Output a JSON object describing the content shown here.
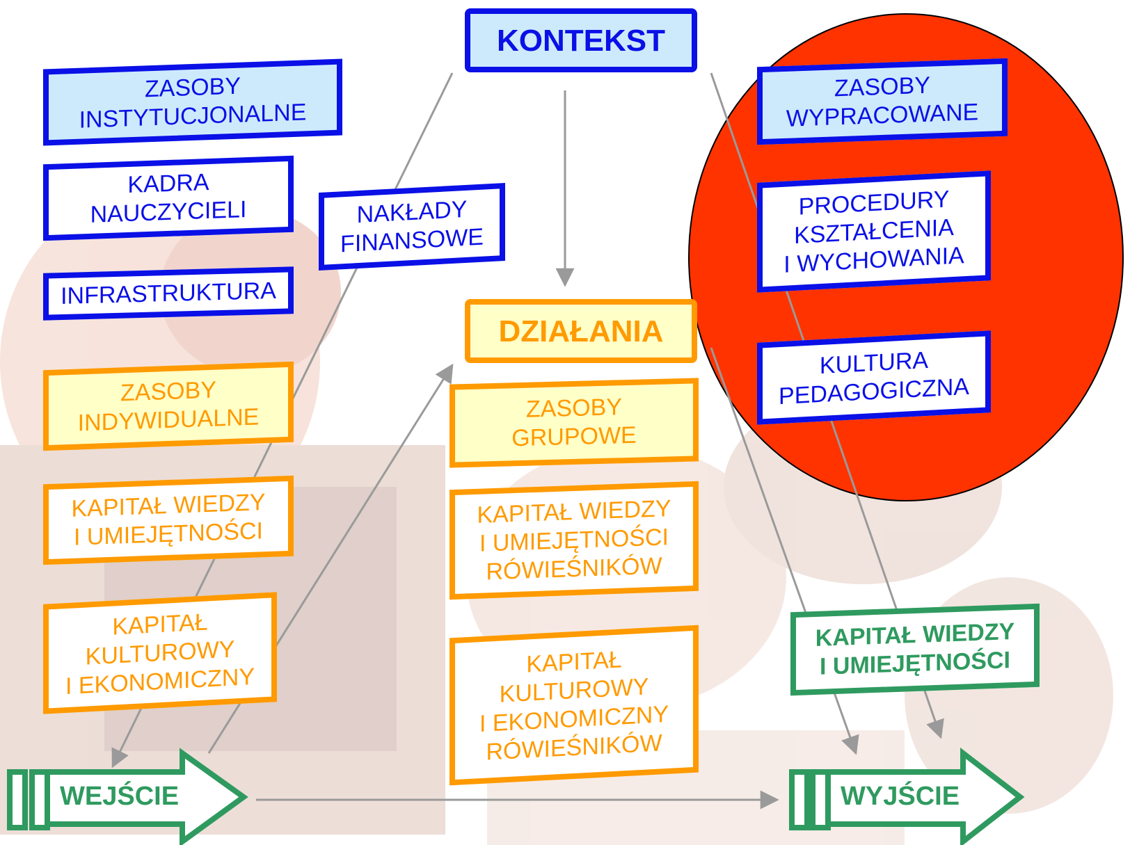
{
  "diagram": {
    "context": "KONTEKST",
    "actions": "DZIAŁANIA",
    "input": "WEJŚCIE",
    "output": "WYJŚCIE",
    "left_blue": {
      "institutional": "ZASOBY\nINSTYTUCJONALNE",
      "teachers": "KADRA\nNAUCZYCIELI",
      "infrastructure": "INFRASTRUKTURA",
      "finance": "NAKŁADY\nFINANSOWE"
    },
    "left_orange": {
      "individual": "ZASOBY\nINDYWIDUALNE",
      "knowledge": "KAPITAŁ WIEDZY\nI UMIEJĘTNOŚCI",
      "cultural": "KAPITAŁ\nKULTUROWY\nI EKONOMICZNY"
    },
    "center_orange": {
      "group": "ZASOBY\nGRUPOWE",
      "peer_knowledge": "KAPITAŁ WIEDZY\nI UMIEJĘTNOŚCI\nRÓWIEŚNIKÓW",
      "peer_cultural": "KAPITAŁ\nKULTUROWY\nI EKONOMICZNY\nRÓWIEŚNIKÓW"
    },
    "right_blue": {
      "developed": "ZASOBY\nWYPRACOWANE",
      "procedures": "PROCEDURY\nKSZTAŁCENIA\nI WYCHOWANIA",
      "culture": "KULTURA\nPEDAGOGICZNA"
    },
    "result": "KAPITAŁ WIEDZY\nI UMIEJĘTNOŚCI"
  },
  "colors": {
    "blue": "#0a10e6",
    "orange": "#ff9a00",
    "green": "#2f9a5f",
    "red_ellipse": "#ff3300",
    "connector": "#9a9a9a"
  }
}
